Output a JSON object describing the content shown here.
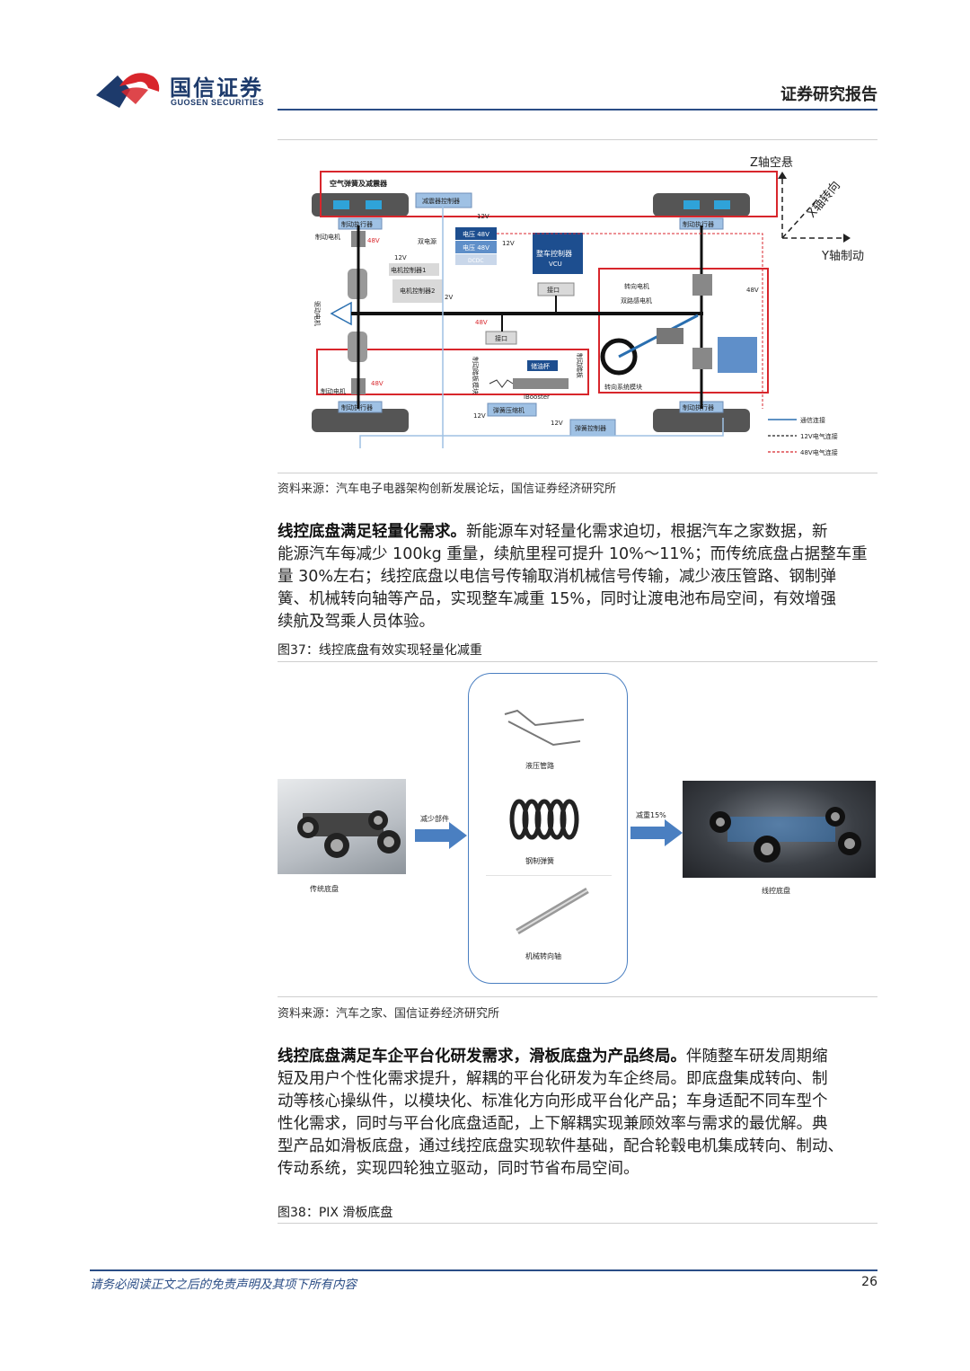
{
  "header": {
    "logo_cn": "国信证券",
    "logo_en": "GUOSEN SECURITIES",
    "report_type": "证券研究报告"
  },
  "figure36": {
    "source": "资料来源：汽车电子电器架构创新发展论坛，国信证券经济研究所",
    "labels": {
      "z_axis": "Z轴空悬",
      "x_axis": "X轴转向",
      "y_axis": "Y轴制动",
      "air_spring": "空气弹簧及减震器",
      "damper_ctrl": "减震器控制器",
      "brake_actuator": "制动执行器",
      "brake_motor": "制动电机",
      "dual_power": "双电源",
      "v48_label": "电压 48V",
      "v48_label2": "电压 48V",
      "dcdc": "DCDC",
      "vcu_line1": "整车控制器",
      "vcu_line2": "VCU",
      "interface": "接口",
      "motor_ctrl1": "电机控制器1",
      "motor_ctrl2": "电机控制器2",
      "drive_motor": "驱动电机",
      "steer_motor": "转向电机",
      "dual_sensor_motor": "双路感电机",
      "steer_module": "转向系统模块",
      "brake_pedal_module": "制动踏板模块",
      "brake_pedal": "制动踏板",
      "reservoir": "储油杯",
      "ibooster": "iBooster",
      "spring_compressor": "弹簧压缩机",
      "spring_ctrl": "弹簧控制器",
      "v12": "12V",
      "v48": "48V",
      "v2": "2V",
      "legend_comm": "通信连接",
      "legend_12v": "12V电气连接",
      "legend_48v": "48V电气连接"
    }
  },
  "para1": {
    "bold": "线控底盘满足轻量化需求。",
    "lines": [
      "新能源车对轻量化需求迫切，根据汽车之家数据，新",
      "能源汽车每减少 100kg 重量，续航里程可提升 10%～11%；而传统底盘占据整车重",
      "量 30%左右；线控底盘以电信号传输取消机械信号传输，减少液压管路、钢制弹",
      "簧、机械转向轴等产品，实现整车减重 15%，同时让渡电池布局空间，有效增强",
      "续航及驾乘人员体验。"
    ]
  },
  "figure37": {
    "title": "图37：线控底盘有效实现轻量化减重",
    "traditional": "传统底盘",
    "reduce_parts": "减少部件",
    "hydraulic": "液压管路",
    "steel_spring": "钢制弹簧",
    "steer_shaft": "机械转向轴",
    "reduce_weight": "减重15%",
    "wire_chassis": "线控底盘",
    "source": "资料来源：汽车之家、国信证券经济研究所"
  },
  "para2": {
    "bold": "线控底盘满足车企平台化研发需求，滑板底盘为产品终局。",
    "lines": [
      "伴随整车研发周期缩",
      "短及用户个性化需求提升，解耦的平台化研发为车企终局。即底盘集成转向、制",
      "动等核心操纵件，以模块化、标准化方向形成平台化产品；车身适配不同车型个",
      "性化需求，同时与平台化底盘适配，上下解耦实现兼顾效率与需求的最优解。典",
      "型产品如滑板底盘，通过线控底盘实现软件基础，配合轮毂电机集成转向、制动、",
      "传动系统，实现四轮独立驱动，同时节省布局空间。"
    ]
  },
  "figure38": {
    "title": "图38：PIX 滑板底盘"
  },
  "footer": {
    "disclaimer": "请务必阅读正文之后的免责声明及其项下所有内容",
    "page": "26"
  }
}
